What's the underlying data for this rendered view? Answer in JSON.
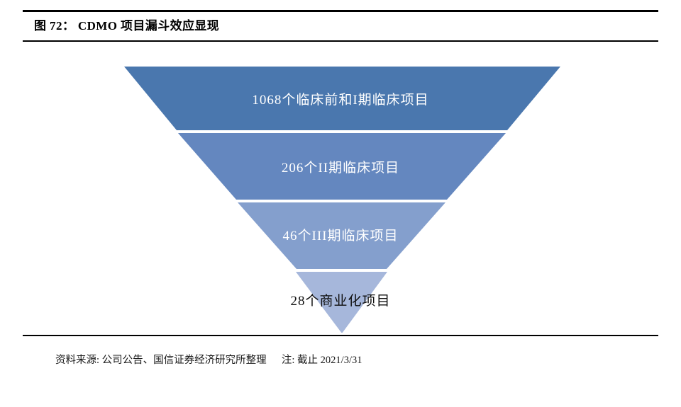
{
  "figure": {
    "title": "图 72： CDMO 项目漏斗效应显现",
    "source_note": "资料来源: 公司公告、国信证券经济研究所整理",
    "date_note": "注: 截止 2021/3/31"
  },
  "chart_data": {
    "type": "bar",
    "subtype": "funnel",
    "title": "CDMO 项目漏斗效应显现",
    "xlabel": "",
    "ylabel": "",
    "categories": [
      "临床前和I期临床项目",
      "II期临床项目",
      "III期临床项目",
      "商业化项目"
    ],
    "values": [
      1068,
      206,
      46,
      28
    ],
    "labels": [
      "1068个临床前和I期临床项目",
      "206个II期临床项目",
      "46个III期临床项目",
      "28个商业化项目"
    ],
    "colors": [
      "#4a77ae",
      "#6487bf",
      "#849fcd",
      "#a6b7db"
    ],
    "label_colors": [
      "#ffffff",
      "#ffffff",
      "#ffffff",
      "#0f0f0f"
    ],
    "legend": "none",
    "grid": false
  }
}
